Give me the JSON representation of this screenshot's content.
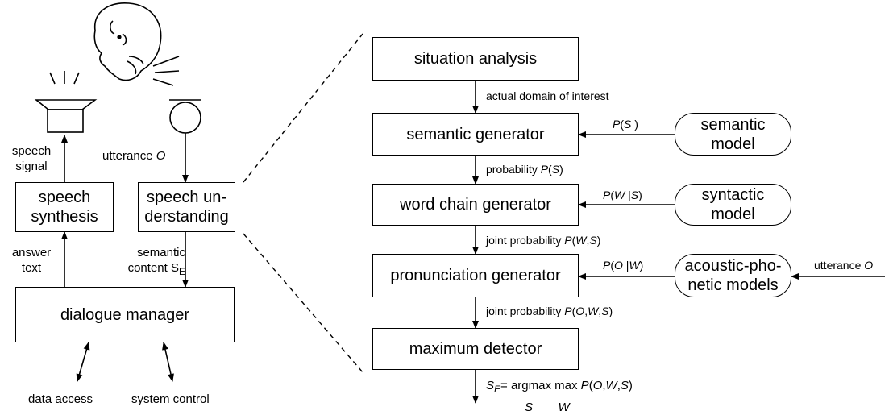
{
  "left": {
    "speech_signal": "speech\nsignal",
    "utterance_label": "utterance",
    "utterance_var": "O",
    "speech_synthesis": "speech\nsynthesis",
    "speech_understanding": "speech un-\nderstanding",
    "answer_text": "answer\ntext",
    "semantic_content": "semantic\ncontent S",
    "semantic_content_sub": "E",
    "dialogue_manager": "dialogue manager",
    "data_access": "data access",
    "system_control": "system control"
  },
  "right": {
    "situation_analysis": "situation analysis",
    "domain_label": "actual domain of interest",
    "semantic_generator": "semantic generator",
    "p_s_in": "P(S )",
    "semantic_model": "semantic\nmodel",
    "probability_ps": "probability P(S)",
    "word_chain_generator": "word chain generator",
    "p_ws_in": "P(W |S)",
    "syntactic_model": "syntactic\nmodel",
    "joint_ws": "joint probability P(W,S)",
    "pronunciation_generator": "pronunciation generator",
    "p_ow_in": "P(O |W)",
    "acoustic_models": "acoustic-pho-\nnetic models",
    "utterance_o_right": "utterance O",
    "joint_ows": "joint probability P(O,W,S)",
    "maximum_detector": "maximum detector",
    "argmax_formula": "S_E = argmax_S max_W P(O,W,S)"
  }
}
